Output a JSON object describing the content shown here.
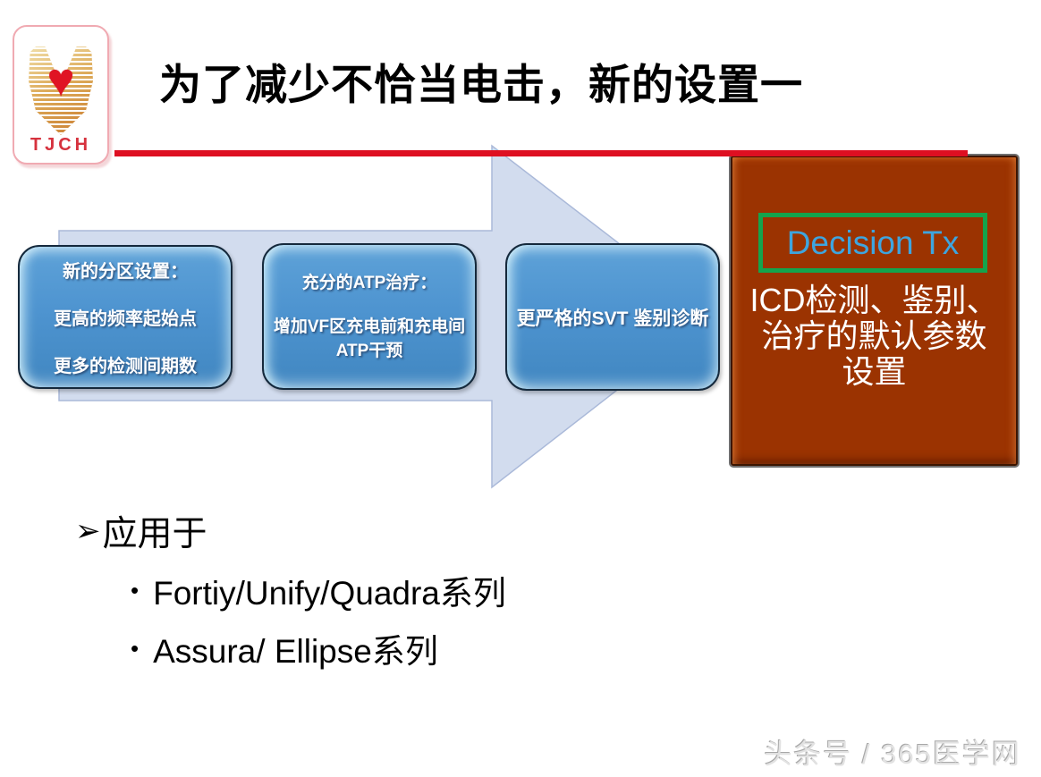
{
  "slide": {
    "logo": {
      "text": "TJCH",
      "heart_glyph": "♥"
    },
    "title": "为了减少不恰当电击，新的设置一",
    "process": {
      "steps": [
        {
          "lines": [
            "新的分区设置：",
            "更高的频率起始点",
            "更多的检测间期数"
          ]
        },
        {
          "heading": "充分的ATP治疗：",
          "lines": [
            "增加VF区充电前和充电间",
            "ATP干预"
          ]
        },
        {
          "lines": [
            "更严格的SVT 鉴别诊断"
          ]
        }
      ]
    },
    "result_box": {
      "badge": "Decision Tx",
      "lines": [
        "ICD检测、鉴别、",
        "治疗的默认参数",
        "设置"
      ]
    },
    "bullets": {
      "marker": "➢",
      "heading": "应用于",
      "sub_marker": "•",
      "items": [
        "Fortiy/Unify/Quadra系列",
        "Assura/ Ellipse系列"
      ]
    },
    "watermark": "头条号 / 365医学网",
    "colors": {
      "accent_red": "#DE0F21",
      "step_blue": "#4E94D0",
      "arrow_fill": "#D2DCEE",
      "arrow_edge": "#AAB9D9",
      "result_rust": "#9B3301",
      "badge_green": "#14A44C",
      "badge_text_blue": "#3EA5DF"
    }
  }
}
